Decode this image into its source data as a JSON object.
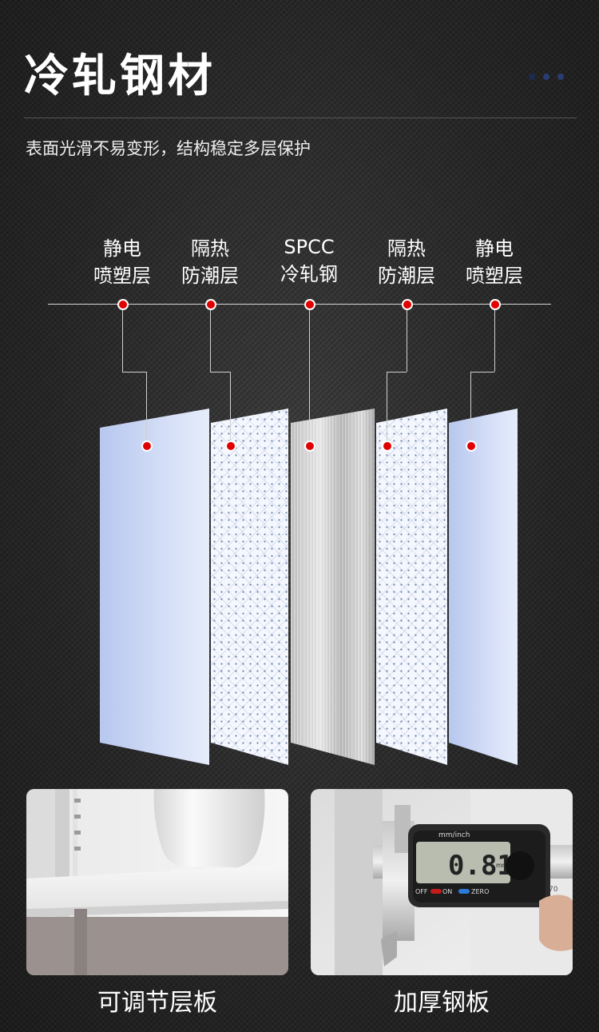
{
  "header": {
    "title": "冷轧钢材",
    "subtitle": "表面光滑不易变形，结构稳定多层保护"
  },
  "layers": [
    {
      "line1": "静电",
      "line2": "喷塑层"
    },
    {
      "line1": "隔热",
      "line2": "防潮层"
    },
    {
      "line1": "SPCC",
      "line2": "冷轧钢"
    },
    {
      "line1": "隔热",
      "line2": "防潮层"
    },
    {
      "line1": "静电",
      "line2": "喷塑层"
    }
  ],
  "features": [
    {
      "caption": "可调节层板"
    },
    {
      "caption": "加厚钢板"
    }
  ],
  "caliper": {
    "reading": "0.81",
    "unit_label": "mm/inch",
    "buttons": [
      "OFF",
      "ON",
      "ZERO"
    ],
    "display_unit": "mm"
  },
  "colors": {
    "accent_dot": "#e00000",
    "panel_blue": "#c6d3f3",
    "background": "#2b2b2b"
  }
}
